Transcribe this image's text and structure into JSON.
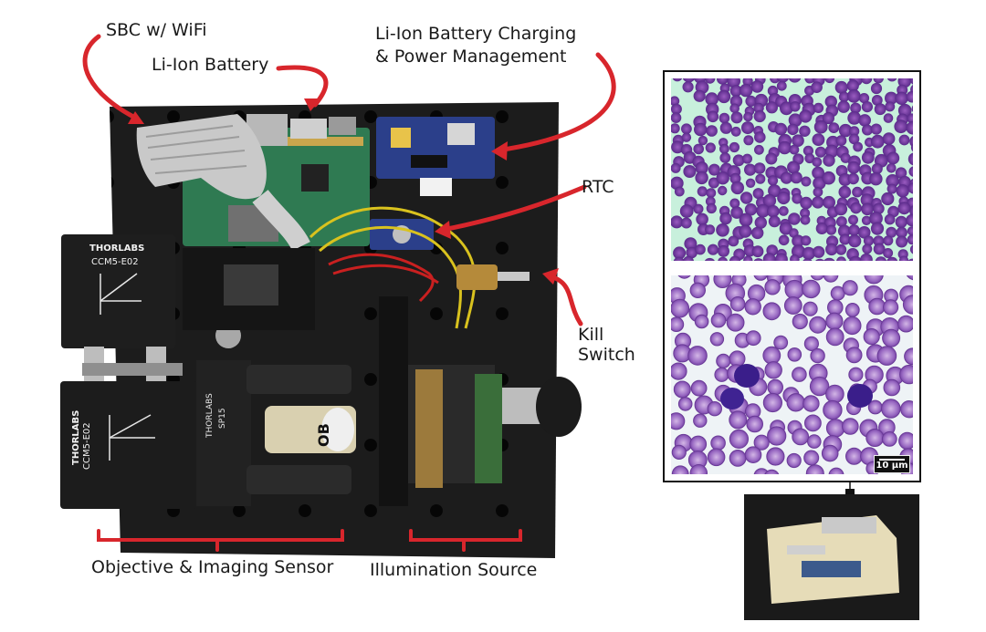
{
  "labels": {
    "sbc": "SBC w/ WiFi",
    "battery": "Li-Ion Battery",
    "charging_line1": "Li-Ion Battery Charging",
    "charging_line2": "& Power Management",
    "rtc": "RTC",
    "kill_line1": "Kill",
    "kill_line2": "Switch",
    "objective": "Objective & Imaging Sensor",
    "illumination": "Illumination Source"
  },
  "device_text": {
    "brand_top": "THORLABS",
    "model_top": "CCM5-E02",
    "brand_bottom": "THORLABS",
    "model_bottom": "CCM5-E02",
    "brand_side": "THORLABS",
    "model_side": "SP15",
    "objective_mark": "OB"
  },
  "scale_bar": "10 µm",
  "colors": {
    "annotation_red": "#d8262c",
    "board_black": "#1c1c1c",
    "stain_purple": "#7a3c9a"
  }
}
